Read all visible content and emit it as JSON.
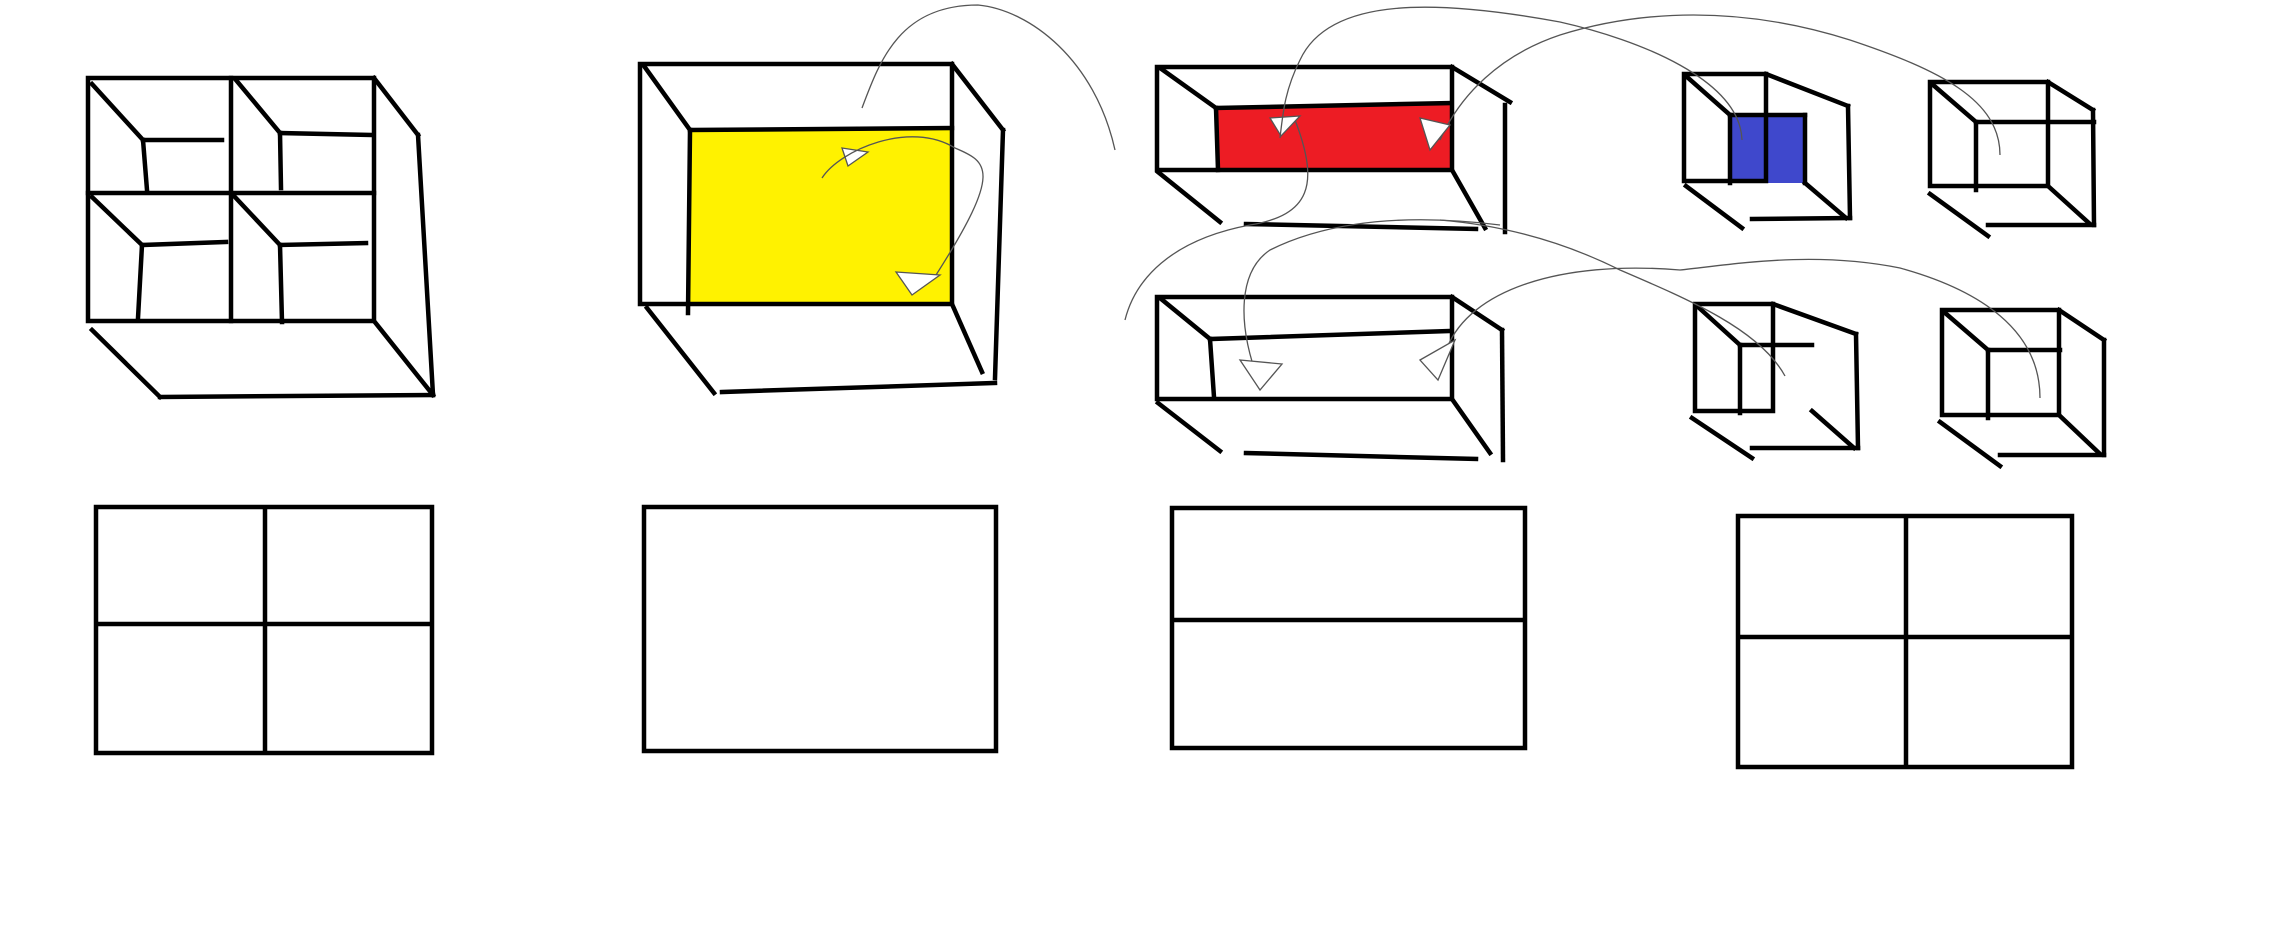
{
  "colors": {
    "background": "#ffffff",
    "line": "#000000",
    "arrow": "#555555",
    "yellow": "#fff200",
    "red": "#ed1c24",
    "blue": "#3f48cc"
  },
  "boxes_3d": [
    {
      "id": "box-four-cell",
      "compartments": 4,
      "fill": null
    },
    {
      "id": "box-single-cell",
      "compartments": 1,
      "fill": "#fff200"
    },
    {
      "id": "box-half-upper",
      "compartments": 2,
      "fill": "#ed1c24"
    },
    {
      "id": "box-half-lower",
      "compartments": 2,
      "fill": null
    },
    {
      "id": "cube-small-1",
      "compartments": 1,
      "fill": "#3f48cc"
    },
    {
      "id": "cube-small-2",
      "compartments": 1,
      "fill": null
    },
    {
      "id": "cube-small-3",
      "compartments": 1,
      "fill": null
    },
    {
      "id": "cube-small-4",
      "compartments": 1,
      "fill": null
    }
  ],
  "grids_2d": [
    {
      "id": "grid-2x2-left",
      "rows": 2,
      "cols": 2
    },
    {
      "id": "grid-1x1",
      "rows": 1,
      "cols": 1
    },
    {
      "id": "grid-2x1",
      "rows": 2,
      "cols": 1
    },
    {
      "id": "grid-2x2-right",
      "rows": 2,
      "cols": 2
    }
  ],
  "arrows": [
    {
      "from": "box-single-cell",
      "to": "box-half-upper"
    },
    {
      "from": "box-single-cell",
      "to": "box-half-lower"
    },
    {
      "from": "box-half-upper",
      "to": "cube-small-1"
    },
    {
      "from": "box-half-upper",
      "to": "cube-small-2"
    },
    {
      "from": "box-half-lower",
      "to": "cube-small-3"
    },
    {
      "from": "box-half-lower",
      "to": "cube-small-4"
    }
  ]
}
